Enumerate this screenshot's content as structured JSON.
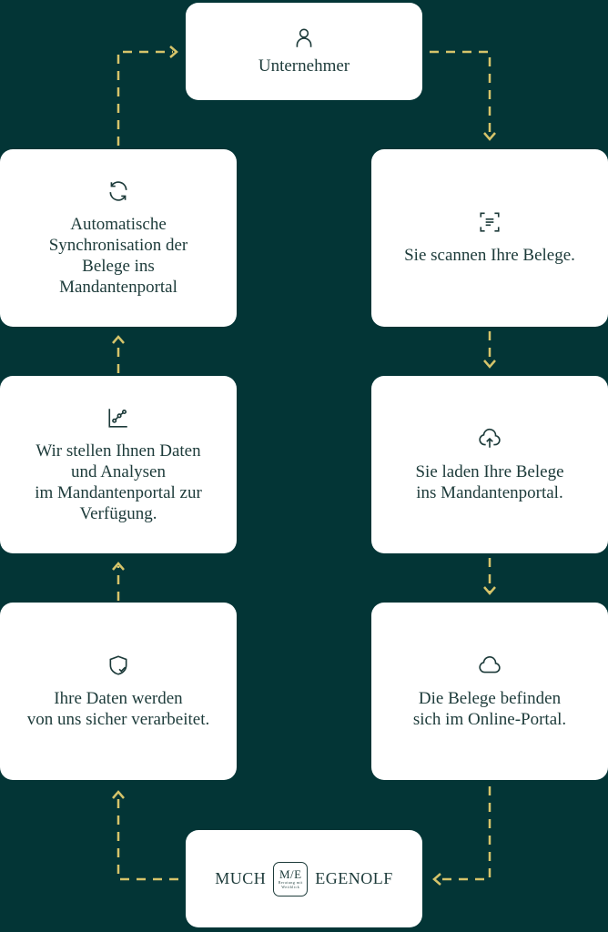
{
  "colors": {
    "background": "#033536",
    "accent": "#d6c46a",
    "card": "#ffffff",
    "text": "#1d3b3a"
  },
  "top": {
    "icon": "user-icon",
    "label": "Unternehmer"
  },
  "left": [
    {
      "icon": "sync-icon",
      "label": "Automatische\nSynchronisation der\nBelege ins\nMandantenportal"
    },
    {
      "icon": "chart-icon",
      "label": "Wir stellen Ihnen Daten\nund Analysen\nim Mandantenportal zur\nVerfügung."
    },
    {
      "icon": "shield-check-icon",
      "label": "Ihre Daten werden\nvon uns sicher verarbeitet."
    }
  ],
  "right": [
    {
      "icon": "scan-icon",
      "label": "Sie scannen Ihre Belege."
    },
    {
      "icon": "cloud-upload-icon",
      "label": "Sie laden Ihre Belege\nins Mandantenportal."
    },
    {
      "icon": "cloud-icon",
      "label": "Die Belege befinden\nsich im Online-Portal."
    }
  ],
  "bottom": {
    "left": "MUCH",
    "right": "EGENOLF",
    "mark": "M/E",
    "tagline": "Beratung mit Weitblick"
  }
}
